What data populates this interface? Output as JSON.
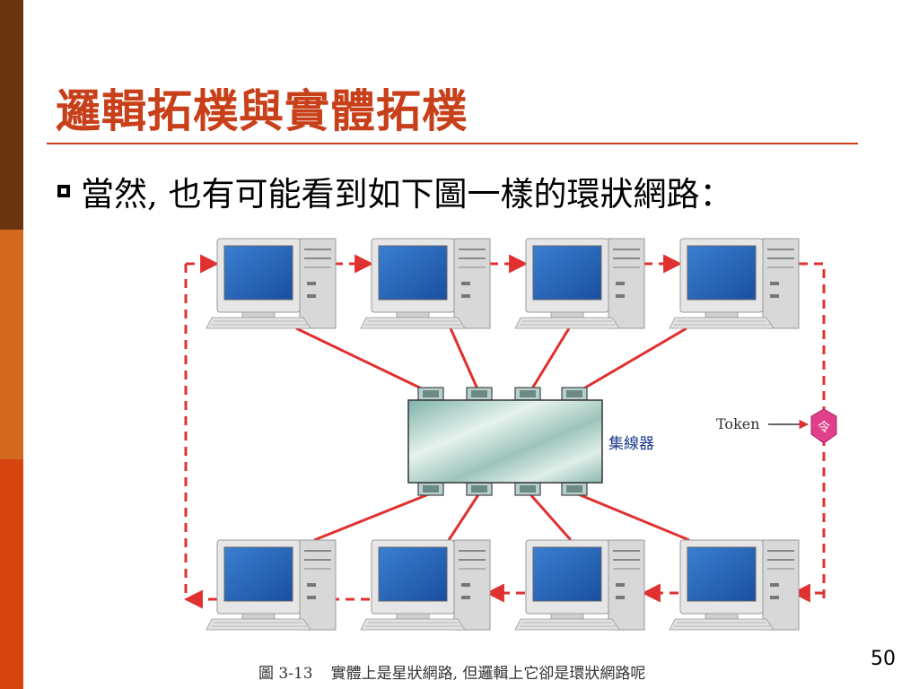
{
  "slide": {
    "title": "邏輯拓樸與實體拓樸",
    "bullet": "當然, 也有可能看到如下圖一樣的環狀網路：",
    "page_number": "50"
  },
  "diagram": {
    "hub_label": "集線器",
    "token_label": "Token",
    "token_glyph": "令",
    "caption_number": "圖 3-13",
    "caption_text": "實體上是星狀網路, 但邏輯上它卻是環狀網路呢"
  },
  "colors": {
    "stripe_top": "#6b3410",
    "stripe_mid": "#d2691e",
    "stripe_bottom": "#d64510",
    "title": "#c8401a",
    "link_line": "#e03030",
    "token": "#e0408a"
  }
}
